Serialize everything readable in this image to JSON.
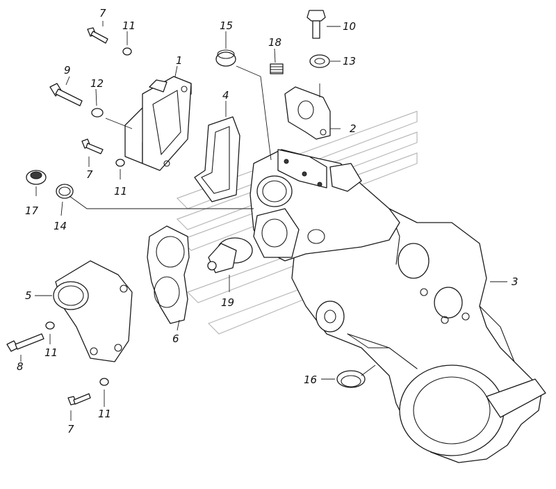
{
  "callouts": {
    "c1": "1",
    "c2": "2",
    "c3": "3",
    "c4": "4",
    "c5": "5",
    "c6": "6",
    "c7a": "7",
    "c7b": "7",
    "c7c": "7",
    "c8": "8",
    "c9": "9",
    "c10": "10",
    "c11a": "11",
    "c11b": "11",
    "c11c": "11",
    "c11d": "11",
    "c12": "12",
    "c13": "13",
    "c14": "14",
    "c15": "15",
    "c16": "16",
    "c17": "17",
    "c18": "18",
    "c19": "19"
  },
  "colors": {
    "line": "#1a1a1a",
    "watermark": "#b8b8b8",
    "background": "#ffffff"
  }
}
